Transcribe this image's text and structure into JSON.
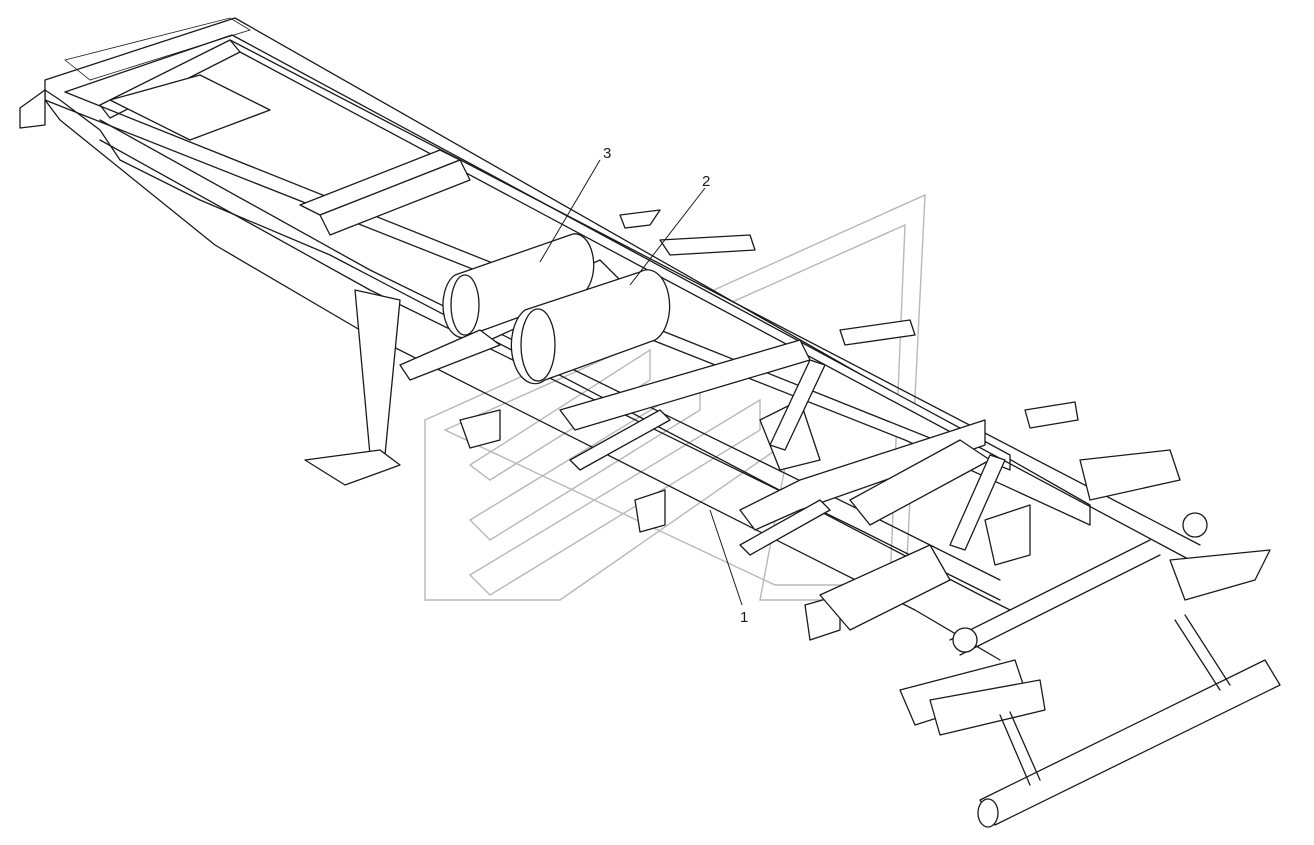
{
  "figure": {
    "callouts": [
      {
        "id": "1",
        "label": "1"
      },
      {
        "id": "2",
        "label": "2"
      },
      {
        "id": "3",
        "label": "3"
      }
    ]
  },
  "colors": {
    "line": "#1a1a1a",
    "watermark": "#b8b8b8",
    "background": "#ffffff"
  }
}
